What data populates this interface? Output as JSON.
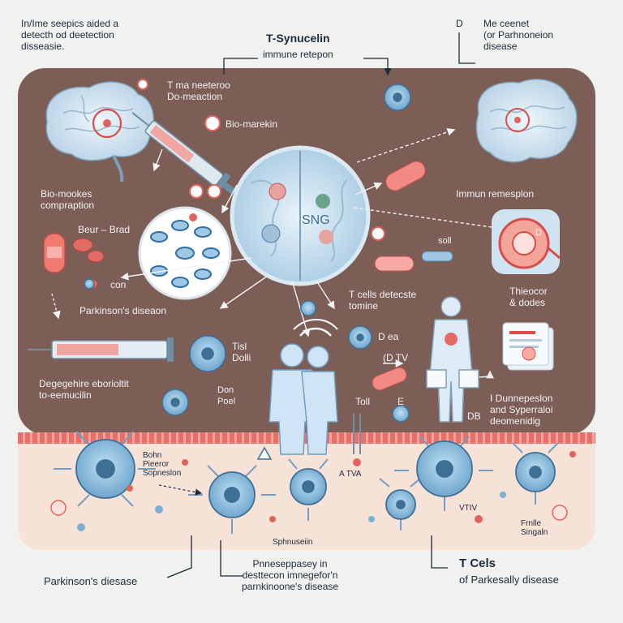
{
  "labels": {
    "top_left": [
      "In/Ime seepics aided a",
      "detecth od deetection",
      "disseasie."
    ],
    "top_center_title": "T-Synucelin",
    "top_center_sub": "immune retepon",
    "top_right_letter": "D",
    "top_right": [
      "Me ceenet",
      "(or Parhnoneion",
      "disease"
    ],
    "tma": [
      "T ma neeteroo",
      "Do-meaction"
    ],
    "biomarkin": "Bio-marekin",
    "biomookes": [
      "Bio-mookes",
      "compraption"
    ],
    "beur": "Beur – Brad",
    "con": "con",
    "parkinsons_tag": "Parkinson's diseaon",
    "degenerative": [
      "Degegehire eborioltit",
      "to-eemucilin"
    ],
    "immun": "Immun remesplon",
    "cells_detecte": [
      "T cells detecste",
      "tomine"
    ],
    "thiecocor": [
      "Thieocor",
      "& dodes"
    ],
    "dea": "D ea",
    "tisl": [
      "Tisl",
      "Dolli"
    ],
    "don": [
      "Don",
      "Poel"
    ],
    "dtv": "(D TV",
    "toll": "Toll",
    "e": "E",
    "db": "DB",
    "sol": "soll",
    "cell_d": "D",
    "lower_right": [
      "I Dunnepeslon",
      "and Syperraloi",
      "deomenidig"
    ],
    "bohn": [
      "Bohn",
      "Pieeror",
      "Sopneslon"
    ],
    "aivia": "A TVA",
    "vtiv": "VTIV",
    "sphnusiin": "Sphnuseiin",
    "frnlle": [
      "Frnlle",
      "Singaln"
    ],
    "bottom_left": "Parkinson's diesase",
    "bottom_center": [
      "Pnneseppasey in",
      "desttecon imnegefor'n",
      "parnkinoone's disease"
    ],
    "bottom_right_title": "T Cels",
    "bottom_right_sub": "of Parkesally disease"
  },
  "colors": {
    "panel": "#7c5e57",
    "lower": "#f7e2d8",
    "membrane": "#e8706b",
    "cell": "#7ab0d4",
    "cell_dark": "#3e6f94",
    "accent_red": "#e0645c"
  }
}
